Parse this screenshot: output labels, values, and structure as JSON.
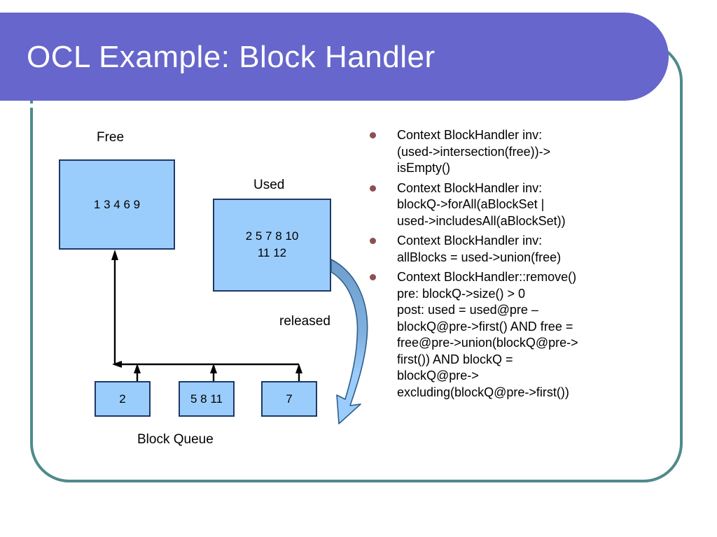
{
  "slide": {
    "title": "OCL Example:  Block Handler",
    "banner_color": "#6666cc",
    "frame_color": "#4f8a8b",
    "box_fill_color": "#9bcdfc",
    "box_border_color": "#1f3864",
    "bullet_marker_color": "#8d4f4f"
  },
  "diagram": {
    "free": {
      "caption": "Free",
      "contents": "1 3 4 6 9"
    },
    "used": {
      "caption": "Used",
      "contents": "2 5 7 8 10\n11 12"
    },
    "released_label": "released",
    "block_queue": {
      "caption": "Block Queue",
      "boxes": [
        {
          "contents": "2"
        },
        {
          "contents": "5 8 11"
        },
        {
          "contents": "7"
        }
      ]
    }
  },
  "bullets": [
    {
      "text": "Context BlockHandler inv:\n(used->intersection(free))->\nisEmpty()"
    },
    {
      "text": "Context BlockHandler inv:\nblockQ->forAll(aBlockSet |\nused->includesAll(aBlockSet))"
    },
    {
      "text": "Context BlockHandler inv:\nallBlocks = used->union(free)"
    },
    {
      "text": "Context BlockHandler::remove()\npre:  blockQ->size() > 0\npost: used = used@pre –\nblockQ@pre->first() AND free =\nfree@pre->union(blockQ@pre->\nfirst()) AND blockQ =\nblockQ@pre->\nexcluding(blockQ@pre->first())"
    }
  ]
}
